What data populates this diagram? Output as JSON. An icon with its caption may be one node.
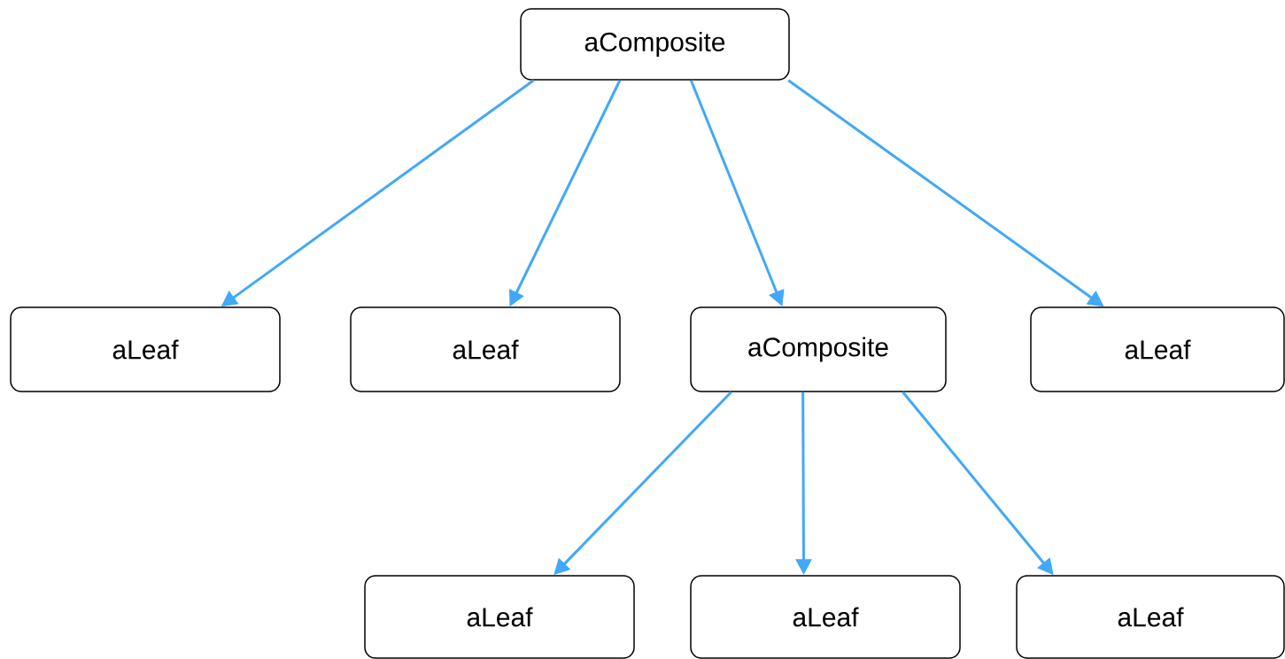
{
  "diagram": {
    "nodes": [
      {
        "text": [
          "aComposite"
        ]
      },
      {
        "text": [
          "aLeaf"
        ]
      },
      {
        "text": [
          "aLeaf"
        ]
      },
      {
        "text": [
          "aComposite"
        ]
      },
      {
        "text": [
          "aLeaf"
        ]
      },
      {
        "text": [
          "aLeaf"
        ]
      },
      {
        "text": [
          "aLeaf"
        ]
      },
      {
        "text": [
          "aLeaf"
        ]
      }
    ],
    "edges": [
      {
        "from": 0,
        "to": 1,
        "arrow": "to"
      },
      {
        "from": 0,
        "to": 2,
        "arrow": "to"
      },
      {
        "from": 0,
        "to": 3,
        "arrow": "to"
      },
      {
        "from": 0,
        "to": 4,
        "arrow": "to"
      },
      {
        "from": 3,
        "to": 5,
        "arrow": "to"
      },
      {
        "from": 3,
        "to": 6,
        "arrow": "to"
      },
      {
        "from": 3,
        "to": 7,
        "arrow": "to"
      }
    ]
  }
}
